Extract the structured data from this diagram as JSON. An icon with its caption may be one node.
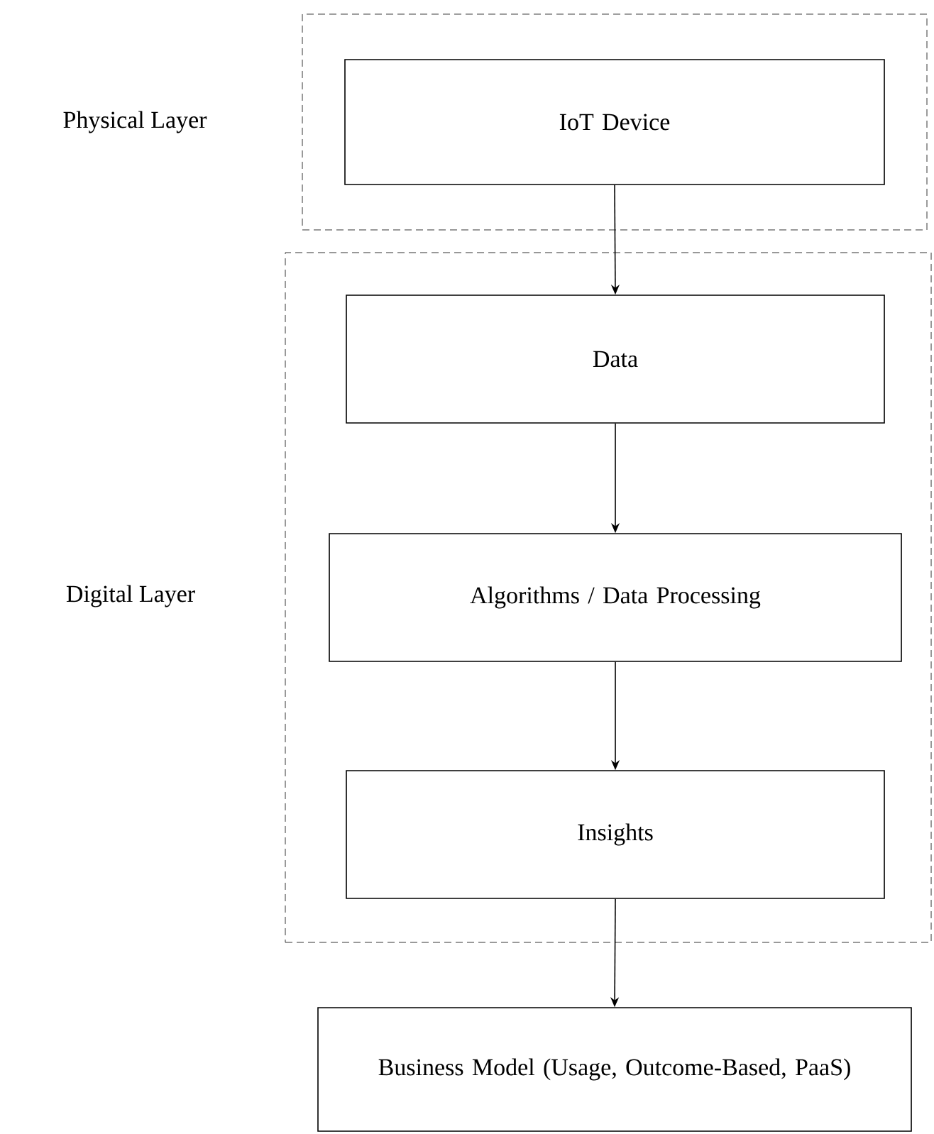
{
  "diagram": {
    "nodes": [
      {
        "text": [
          "Physical Layer"
        ]
      },
      {
        "text": [
          "IoT Device"
        ],
        "in": 0
      },
      {
        "text": [
          "Digital Layer"
        ]
      },
      {
        "text": [
          "Data"
        ],
        "in": 2
      },
      {
        "text": [
          "Algorithms / Data Processing"
        ],
        "in": 2
      },
      {
        "text": [
          "Insights"
        ],
        "in": 2
      },
      {
        "text": [
          "Business Model (Usage, Outcome-Based, PaaS)"
        ]
      }
    ],
    "edges": [
      {
        "from": 1,
        "to": 3,
        "arrow": "to"
      },
      {
        "from": 3,
        "to": 4,
        "arrow": "to"
      },
      {
        "from": 4,
        "to": 5,
        "arrow": "to"
      },
      {
        "from": 5,
        "to": 6,
        "arrow": "to"
      }
    ]
  }
}
